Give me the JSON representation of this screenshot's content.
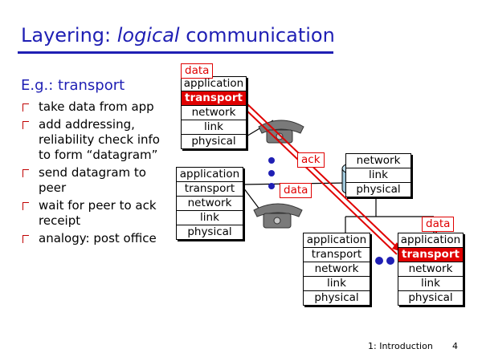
{
  "title": {
    "prefix": "Layering: ",
    "emphasis": "logical",
    "suffix": " communication"
  },
  "subtitle": "E.g.: transport",
  "bullets": [
    "take data from app",
    "add addressing, reliability check info to form “datagram”",
    "send datagram to peer",
    "wait for peer to ack receipt",
    "analogy: post office"
  ],
  "stacks": {
    "top_host": [
      "application",
      "transport",
      "network",
      "link",
      "physical"
    ],
    "left_host": [
      "application",
      "transport",
      "network",
      "link",
      "physical"
    ],
    "router": [
      "network",
      "link",
      "physical"
    ],
    "bottom_middle": [
      "application",
      "transport",
      "network",
      "link",
      "physical"
    ],
    "bottom_right": [
      "application",
      "transport",
      "network",
      "link",
      "physical"
    ]
  },
  "tags": {
    "data_top": "data",
    "data_middle": "data",
    "data_right": "data",
    "ack": "ack"
  },
  "footer": {
    "label": "1: Introduction",
    "page": "4"
  },
  "colors": {
    "title": "#1f1fb4",
    "highlight": "#e00000",
    "link_line": "#e00000",
    "dots": "#1f1fb4"
  }
}
